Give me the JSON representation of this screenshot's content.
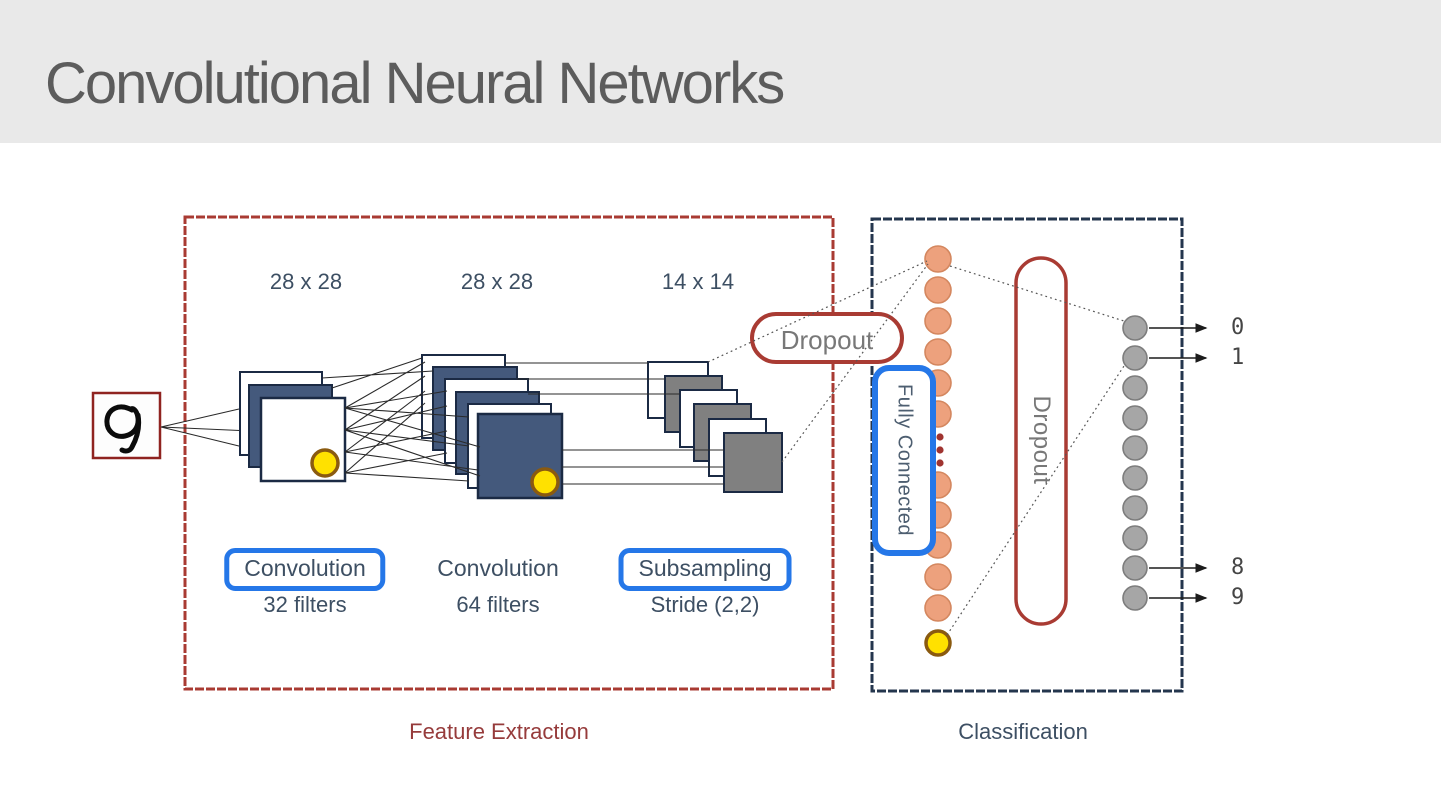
{
  "slide": {
    "title": "Convolutional Neural Networks"
  },
  "feature_extraction": {
    "caption": "Feature Extraction",
    "input_digit": "9",
    "size_labels": [
      "28 x 28",
      "28 x 28",
      "14 x 14"
    ],
    "layers": [
      {
        "name": "Convolution",
        "detail": "32 filters",
        "highlighted": true
      },
      {
        "name": "Convolution",
        "detail": "64 filters",
        "highlighted": false
      },
      {
        "name": "Subsampling",
        "detail": "Stride (2,2)",
        "highlighted": true
      }
    ],
    "dropout_label": "Dropout"
  },
  "classification": {
    "caption": "Classification",
    "fully_connected_label": "Fully Connected",
    "dropout_label": "Dropout",
    "output_digits": [
      "0",
      "1",
      "8",
      "9"
    ]
  },
  "colors": {
    "band_gray": "#e9e9e9",
    "title_gray": "#5c5c5c",
    "red": "#a93b33",
    "dark_red": "#8f2320",
    "navy_box": "#24364e",
    "navy_fill": "#44597c",
    "navy_border": "#1b2a44",
    "gray_fill": "#808080",
    "blue": "#2577e8",
    "orange_fill": "#eda17d",
    "orange_border": "#d4875f",
    "yellow_fill": "#ffe100",
    "yellow_border": "#8a5a10",
    "node_gray_fill": "#a6a6a6",
    "node_gray_border": "#7d7d7d",
    "slate": "#3d4f63",
    "label_gray": "#787878",
    "caption_red": "#963b3b",
    "line_dark": "#1c1c1c"
  }
}
